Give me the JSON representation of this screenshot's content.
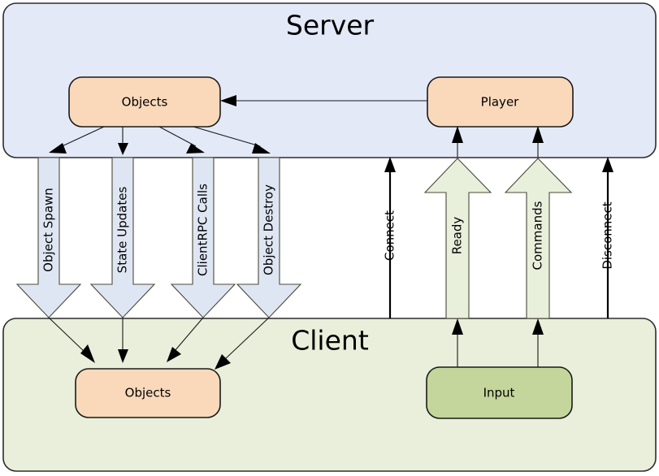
{
  "diagram": {
    "title_server": "Server",
    "title_client": "Client",
    "colors": {
      "server_panel": "#e3e9f7",
      "client_panel": "#e9efda",
      "node_orange": "#fad9bb",
      "node_green": "#c4d69b",
      "block_arrow_blue": "#dfe6f3",
      "block_arrow_green": "#e8efdb",
      "stroke_dark": "#2d2d2d"
    },
    "server": {
      "label": "Server",
      "nodes": [
        {
          "id": "server-objects",
          "label": "Objects"
        },
        {
          "id": "server-player",
          "label": "Player"
        }
      ]
    },
    "client": {
      "label": "Client",
      "nodes": [
        {
          "id": "client-objects",
          "label": "Objects"
        },
        {
          "id": "client-input",
          "label": "Input"
        }
      ]
    },
    "downstream_flows": [
      {
        "id": "object-spawn",
        "label": "Object Spawn",
        "direction": "server-to-client"
      },
      {
        "id": "state-updates",
        "label": "State Updates",
        "direction": "server-to-client"
      },
      {
        "id": "clientrpc-calls",
        "label": "ClientRPC Calls",
        "direction": "server-to-client"
      },
      {
        "id": "object-destroy",
        "label": "Object Destroy",
        "direction": "server-to-client"
      }
    ],
    "upstream_flows": [
      {
        "id": "connect",
        "label": "Connect",
        "direction": "client-to-server",
        "style": "thin"
      },
      {
        "id": "ready",
        "label": "Ready",
        "direction": "client-to-server",
        "style": "block"
      },
      {
        "id": "commands",
        "label": "Commands",
        "direction": "client-to-server",
        "style": "block"
      },
      {
        "id": "disconnect",
        "label": "Disconnect",
        "direction": "client-to-server",
        "style": "thin"
      }
    ],
    "internal_links": [
      {
        "id": "player-to-objects",
        "from": "server-player",
        "to": "server-objects"
      }
    ]
  }
}
